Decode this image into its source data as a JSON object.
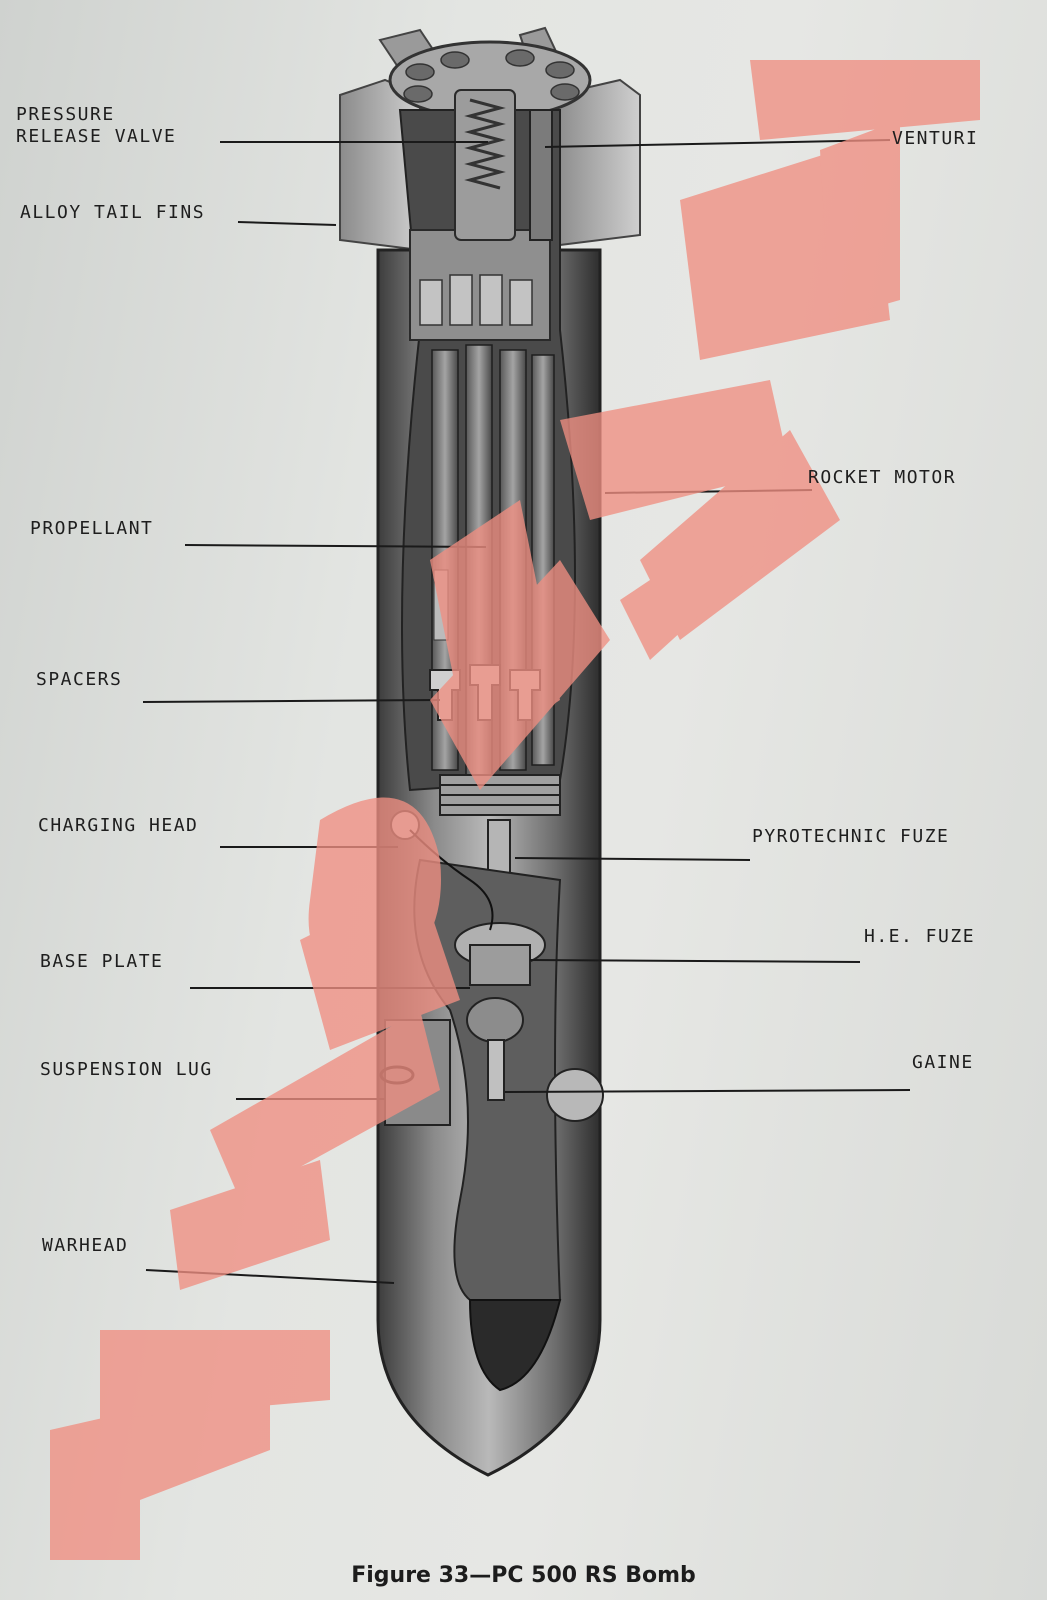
{
  "labels": {
    "pressure_release_valve": [
      "PRESSURE",
      "RELEASE VALVE"
    ],
    "venturi": "VENTURI",
    "alloy_tail_fins": "ALLOY TAIL FINS",
    "rocket_motor": "ROCKET MOTOR",
    "propellant": "PROPELLANT",
    "spacers": "SPACERS",
    "charging_head": "CHARGING HEAD",
    "pyrotechnic_fuze": "PYROTECHNIC FUZE",
    "he_fuze": "H.E. FUZE",
    "base_plate": "BASE PLATE",
    "suspension_lug": "SUSPENSION LUG",
    "gaine": "GAINE",
    "warhead": "WARHEAD"
  },
  "caption": "Figure 33—PC 500 RS Bomb",
  "watermark": {
    "color": "#f08f82"
  }
}
